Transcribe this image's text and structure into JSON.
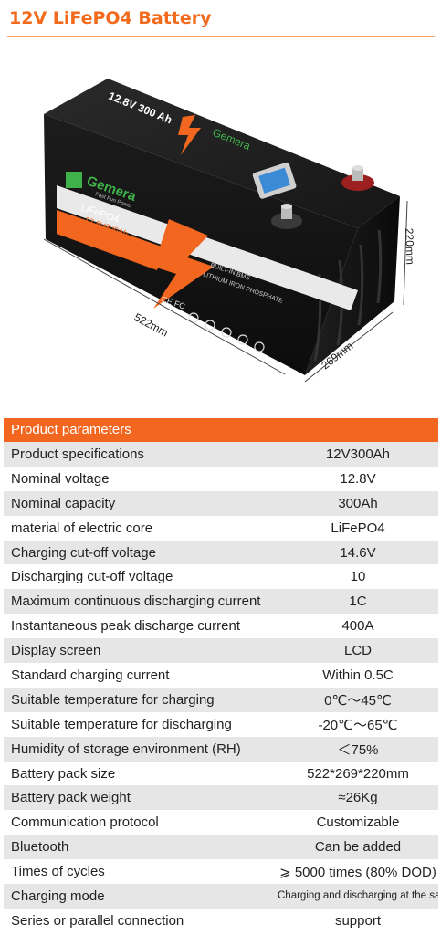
{
  "header": {
    "title": "12V LiFePO4 Battery"
  },
  "product_image": {
    "brand": "Gemera",
    "brand_tagline": "Fast Fun Power",
    "chemistry": "LiFePO4",
    "model_label": "12.8V300Ah",
    "top_label": "12.8V 300 Ah",
    "side_text_1": "BUILT-IN BMS",
    "side_text_2": "LITHIUM IRON PHOSPHATE",
    "dim_length": "522mm",
    "dim_width": "269mm",
    "dim_height": "220mm",
    "colors": {
      "orange": "#f2661f",
      "green": "#3fb24a",
      "body": "#141414"
    }
  },
  "params": {
    "heading": "Product parameters",
    "rows": [
      {
        "label": "Product specifications",
        "value": "12V300Ah"
      },
      {
        "label": "Nominal voltage",
        "value": "12.8V"
      },
      {
        "label": "Nominal capacity",
        "value": "300Ah"
      },
      {
        "label": "material of electric core",
        "value": "LiFePO4"
      },
      {
        "label": "Charging cut-off voltage",
        "value": "14.6V"
      },
      {
        "label": "Discharging cut-off voltage",
        "value": "10"
      },
      {
        "label": "Maximum continuous discharging current",
        "value": "1C"
      },
      {
        "label": "Instantaneous peak discharge current",
        "value": "400A"
      },
      {
        "label": "Display screen",
        "value": "LCD"
      },
      {
        "label": "Standard charging current",
        "value": "Within 0.5C"
      },
      {
        "label": "Suitable temperature for charging",
        "value": "0℃～45℃"
      },
      {
        "label": "Suitable temperature for discharging",
        "value": "-20℃～65℃"
      },
      {
        "label": "Humidity of storage environment (RH)",
        "value": "＜75%"
      },
      {
        "label": "Battery pack size",
        "value": "522*269*220mm"
      },
      {
        "label": "Battery pack weight",
        "value": "≈26Kg"
      },
      {
        "label": "Communication protocol",
        "value": "Customizable"
      },
      {
        "label": "Bluetooth",
        "value": "Can be added"
      },
      {
        "label": "Times of cycles",
        "value": "⩾ 5000 times (80% DOD)"
      },
      {
        "label": "Charging mode",
        "value": "Charging and discharging at the same terminal"
      },
      {
        "label": "Series or parallel connection",
        "value": "support"
      }
    ]
  }
}
